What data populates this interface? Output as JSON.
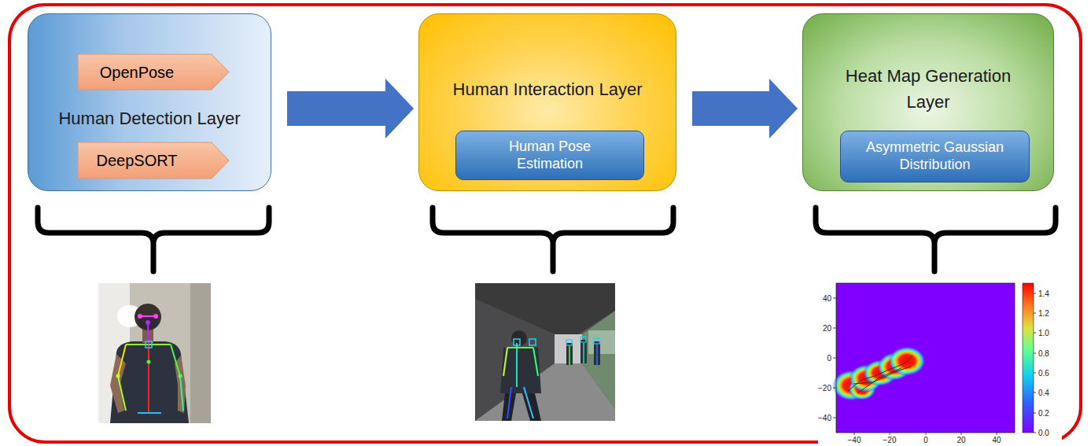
{
  "diagram": {
    "nodes": [
      {
        "text": [
          "Human Detection Layer"
        ]
      },
      {
        "text": [
          "OpenPose"
        ],
        "in": 0
      },
      {
        "text": [
          "DeepSORT"
        ],
        "in": 0
      },
      {
        "text": [
          "Human Interaction Layer"
        ]
      },
      {
        "text": [
          "Human Pose Estimation"
        ],
        "in": 3
      },
      {
        "text": [
          "Heat Map Generation Layer"
        ]
      },
      {
        "text": [
          "Asymmetric Gaussian Distribution"
        ],
        "in": 5
      }
    ],
    "edges": [
      {
        "from": 0,
        "to": 3,
        "arrow": "to"
      },
      {
        "from": 3,
        "to": 5,
        "arrow": "to"
      }
    ],
    "labels": [
      "40",
      "20",
      "0",
      "−20",
      "−40",
      "−40",
      "−20",
      "0",
      "20",
      "40",
      "1.4",
      "1.2",
      "1.0",
      "0.8",
      "0.6",
      "0.4",
      "0.2",
      "0.0"
    ]
  }
}
